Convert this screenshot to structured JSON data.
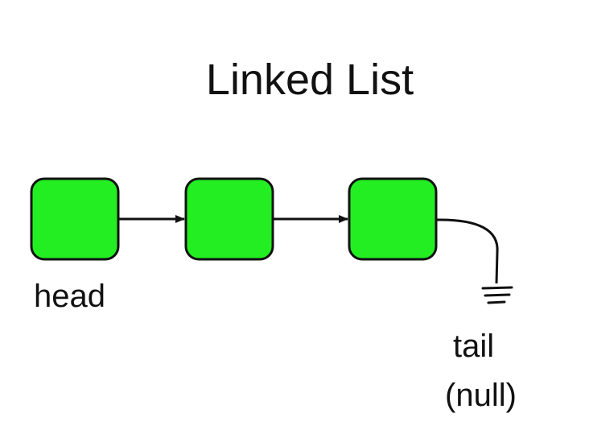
{
  "diagram": {
    "title": "Linked List",
    "head_label": "head",
    "tail_label": "tail",
    "null_label": "(null)",
    "node_count": 3,
    "colors": {
      "node_fill": "#22ee22",
      "node_stroke": "#111111",
      "edge": "#111111",
      "text": "#111111"
    },
    "icons": {
      "terminator": "ground-symbol"
    }
  }
}
